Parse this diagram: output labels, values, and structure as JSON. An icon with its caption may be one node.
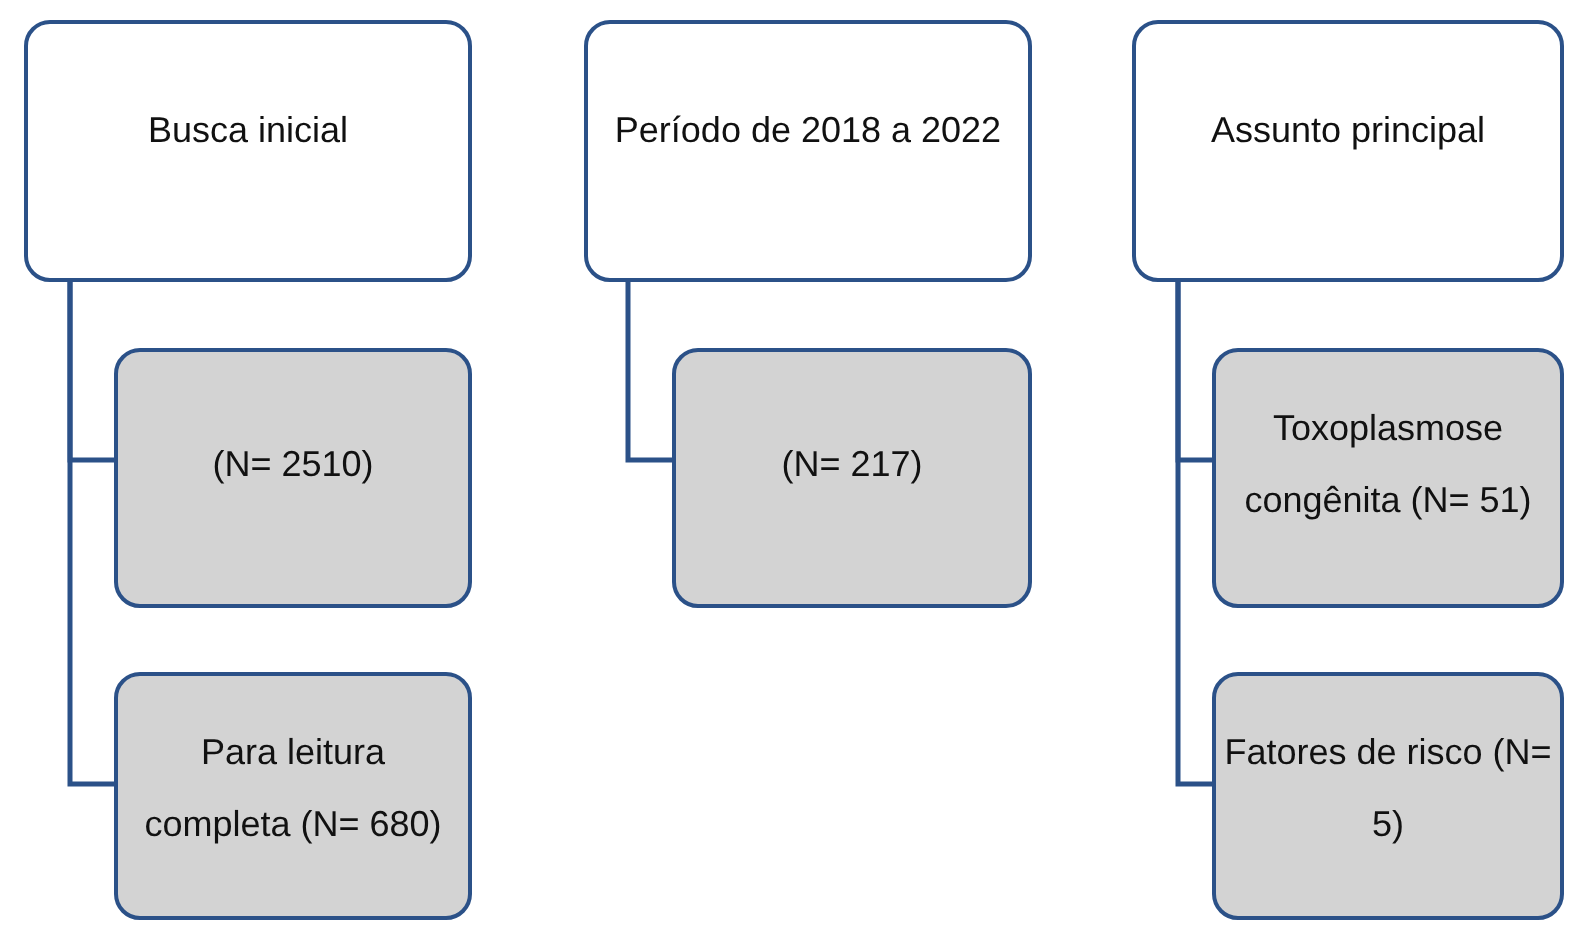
{
  "diagram": {
    "nodes": [
      {
        "text": [
          "Busca inicial"
        ]
      },
      {
        "text": [
          "(N= 2510)"
        ]
      },
      {
        "text": [
          "Para leitura completa (N= 680)"
        ]
      },
      {
        "text": [
          "Período de 2018 a 2022"
        ]
      },
      {
        "text": [
          "(N= 217)"
        ]
      },
      {
        "text": [
          "Assunto principal"
        ]
      },
      {
        "text": [
          "Toxoplasmose congênita (N= 51)"
        ]
      },
      {
        "text": [
          "Fatores de risco (N= 5)"
        ]
      }
    ],
    "edges": [
      {
        "from": 0,
        "to": 1,
        "arrow": "none"
      },
      {
        "from": 0,
        "to": 2,
        "arrow": "none"
      },
      {
        "from": 3,
        "to": 4,
        "arrow": "none"
      },
      {
        "from": 5,
        "to": 6,
        "arrow": "none"
      },
      {
        "from": 5,
        "to": 7,
        "arrow": "none"
      }
    ]
  }
}
